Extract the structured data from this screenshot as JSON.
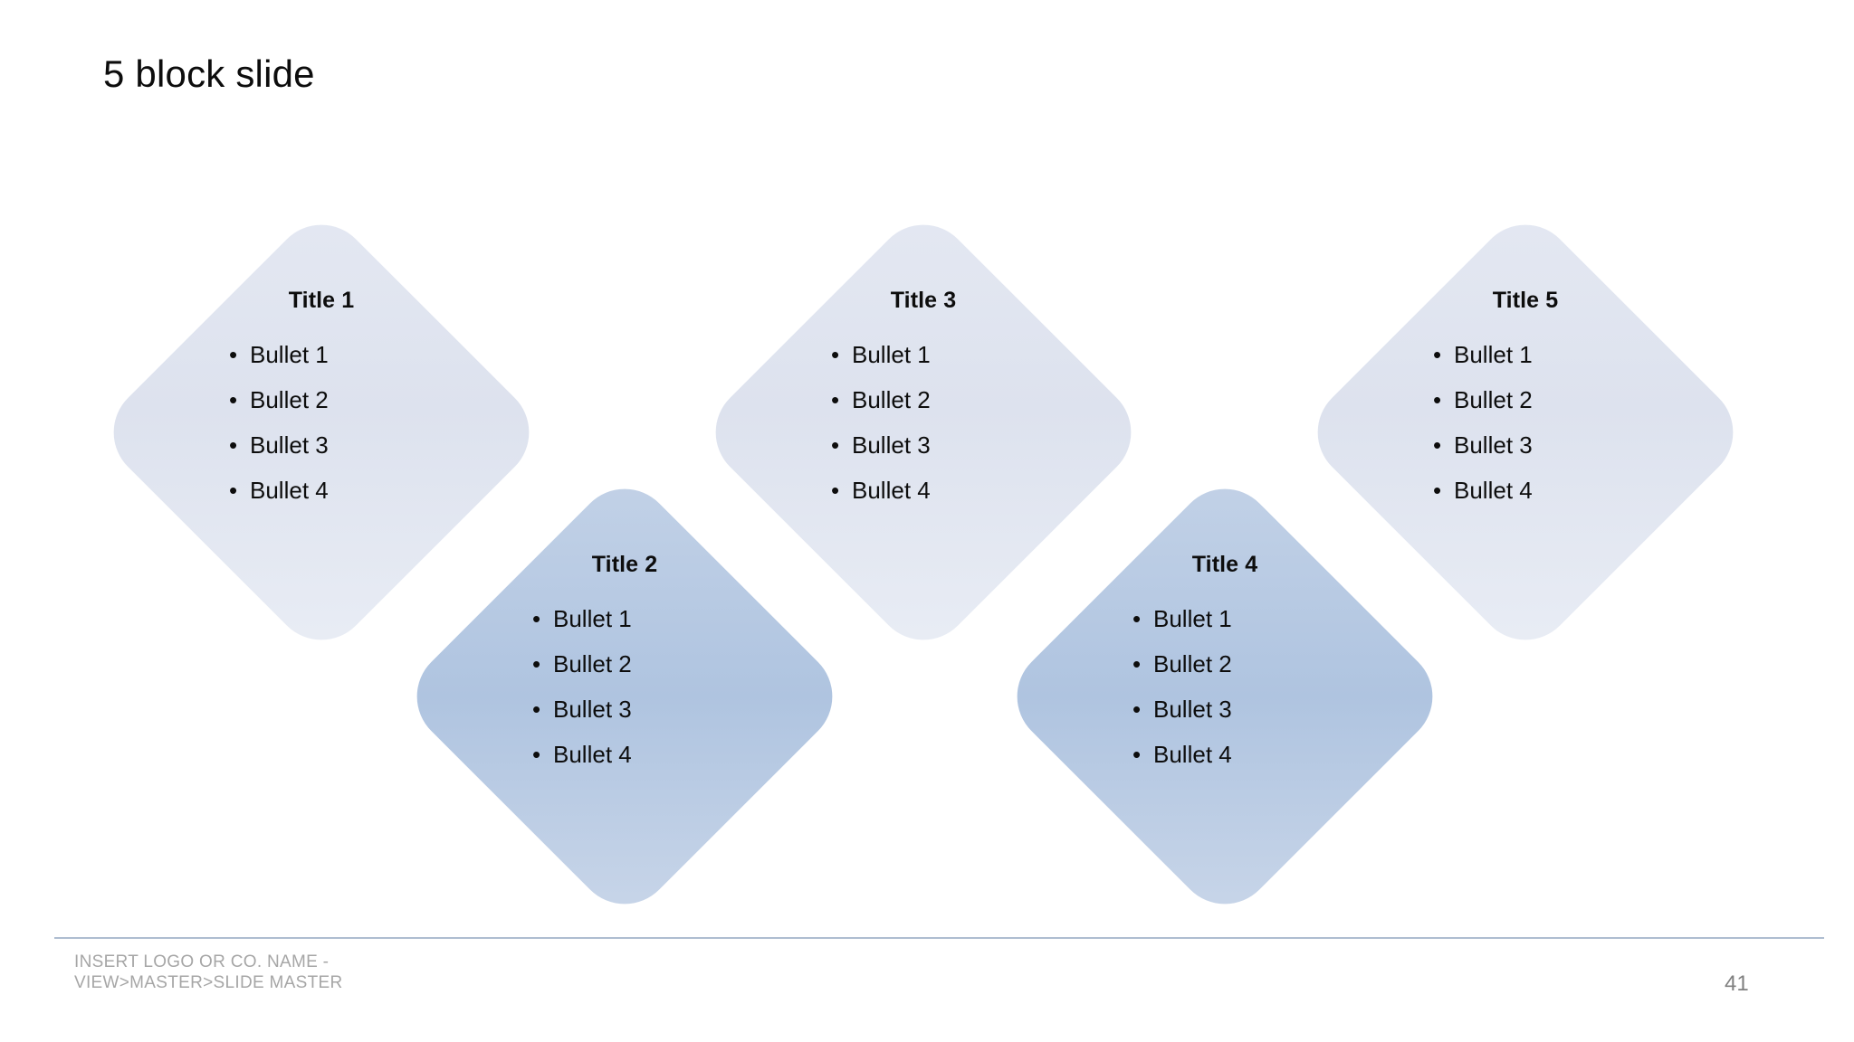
{
  "slide": {
    "title": "5 block slide",
    "page_number": "41",
    "colors": {
      "background": "#ffffff",
      "light_block": "#dfe3ef",
      "dark_block": "#b0c4e0",
      "rule": "#aebdd1",
      "footer_text": "#a6a6a6",
      "body_text": "#0d0d0d"
    }
  },
  "blocks": [
    {
      "title": "Title 1",
      "tone": "light",
      "bullet_marker": "•",
      "bullets": [
        "Bullet 1",
        "Bullet 2",
        "Bullet 3",
        "Bullet 4"
      ]
    },
    {
      "title": "Title 2",
      "tone": "dark",
      "bullet_marker": "•",
      "bullets": [
        "Bullet 1",
        "Bullet 2",
        "Bullet 3",
        "Bullet 4"
      ]
    },
    {
      "title": "Title 3",
      "tone": "light",
      "bullet_marker": "•",
      "bullets": [
        "Bullet 1",
        "Bullet 2",
        "Bullet 3",
        "Bullet 4"
      ]
    },
    {
      "title": "Title 4",
      "tone": "dark",
      "bullet_marker": "•",
      "bullets": [
        "Bullet 1",
        "Bullet 2",
        "Bullet 3",
        "Bullet 4"
      ]
    },
    {
      "title": "Title 5",
      "tone": "light",
      "bullet_marker": "•",
      "bullets": [
        "Bullet 1",
        "Bullet 2",
        "Bullet 3",
        "Bullet 4"
      ]
    }
  ],
  "footer": {
    "line1": "INSERT LOGO OR CO. NAME -",
    "line2": "VIEW>MASTER>SLIDE MASTER"
  }
}
